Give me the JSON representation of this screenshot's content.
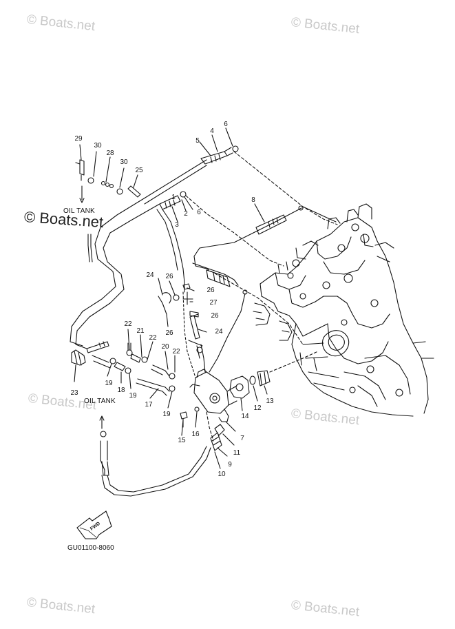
{
  "watermark": {
    "text": "© Boats.net",
    "color": "#c9c9c9",
    "dark_color": "#222222"
  },
  "labels": {
    "oil_tank_top": "OIL TANK",
    "oil_tank_bottom": "OIL TANK",
    "fwd": "FWD",
    "diagram_code": "GU01100-8060"
  },
  "callouts": [
    "29",
    "30",
    "28",
    "30",
    "25",
    "5",
    "4",
    "6",
    "2",
    "6",
    "3",
    "1",
    "8",
    "24",
    "26",
    "26",
    "27",
    "26",
    "24",
    "22",
    "21",
    "22",
    "26",
    "20",
    "22",
    "23",
    "19",
    "18",
    "19",
    "17",
    "19",
    "15",
    "16",
    "7",
    "11",
    "9",
    "10",
    "14",
    "12",
    "13"
  ]
}
